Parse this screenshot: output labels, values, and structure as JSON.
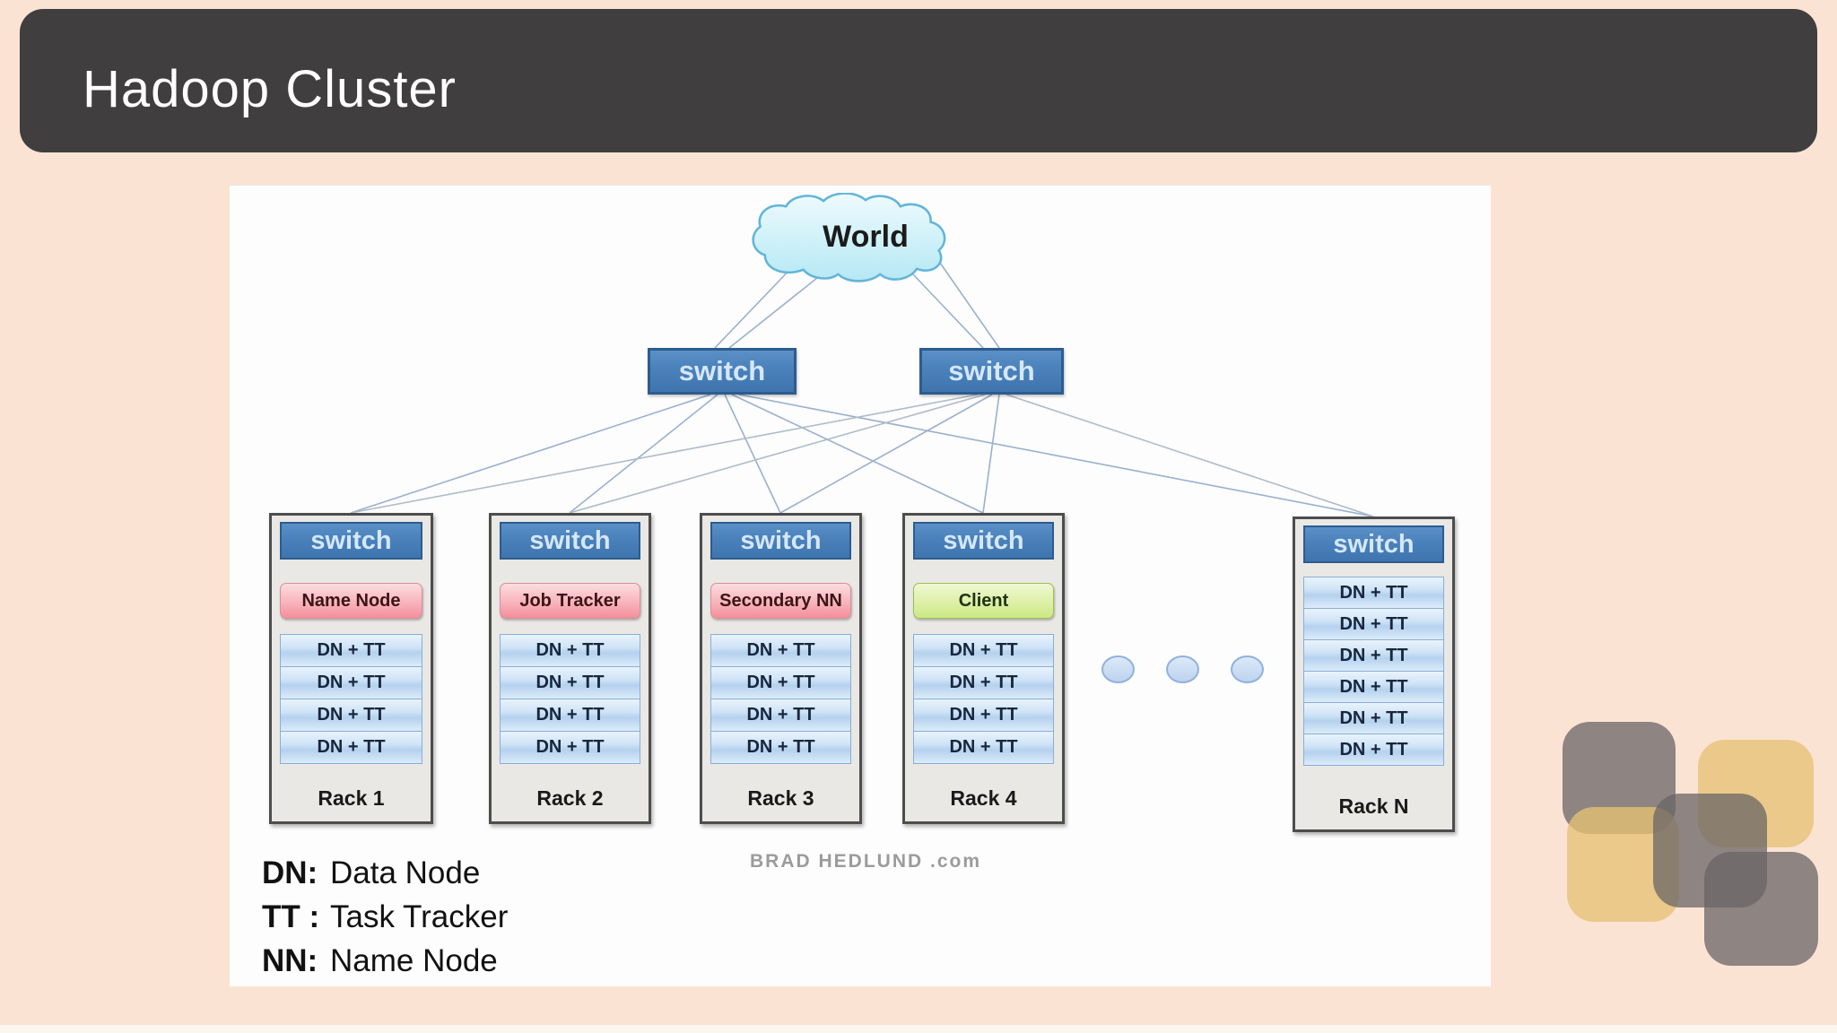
{
  "header": {
    "title": "Hadoop Cluster",
    "bg_color": "#413e3f",
    "text_color": "#ffffff"
  },
  "slide": {
    "bg_color": "#fbe3d4",
    "panel_color": "#fdfdfd"
  },
  "cloud": {
    "label": "World",
    "fill_top": "#eefbfe",
    "fill_bottom": "#b5e8f4",
    "stroke": "#62b5d9"
  },
  "core_switches": [
    {
      "label": "switch"
    },
    {
      "label": "switch"
    }
  ],
  "labels": {
    "dn_tt": "DN + TT"
  },
  "racks": [
    {
      "name": "Rack 1",
      "switch_label": "switch",
      "special_node": {
        "label": "Name Node",
        "color": "#f48e9a"
      },
      "dn_count": 4
    },
    {
      "name": "Rack 2",
      "switch_label": "switch",
      "special_node": {
        "label": "Job Tracker",
        "color": "#f48e9a"
      },
      "dn_count": 4
    },
    {
      "name": "Rack 3",
      "switch_label": "switch",
      "special_node": {
        "label": "Secondary NN",
        "color": "#f48e9a"
      },
      "dn_count": 4
    },
    {
      "name": "Rack 4",
      "switch_label": "switch",
      "special_node": {
        "label": "Client",
        "color": "#cbe983"
      },
      "dn_count": 4
    },
    {
      "name": "Rack N",
      "switch_label": "switch",
      "special_node": null,
      "dn_count": 6
    }
  ],
  "ellipsis": {
    "dot_count": 3
  },
  "legend": {
    "items": [
      {
        "key": "DN:",
        "value": "Data Node"
      },
      {
        "key": "TT :",
        "value": "Task Tracker"
      },
      {
        "key": "NN:",
        "value": "Name Node"
      }
    ]
  },
  "watermark": {
    "text": "BRAD HEDLUND .com"
  },
  "theme": {
    "switch_fill": "#4a81bb",
    "switch_border": "#2d5c8e",
    "switch_text": "#d5e7f9",
    "rack_fill": "#e9e8e5",
    "rack_border": "#4d4d4d",
    "dn_fill": "#cfe3f6",
    "dn_border": "#88aed6",
    "line_color": "#8fa8c8",
    "logo_gray": "rgba(105,100,102,0.75)",
    "logo_tan": "rgba(231,194,117,0.78)"
  }
}
